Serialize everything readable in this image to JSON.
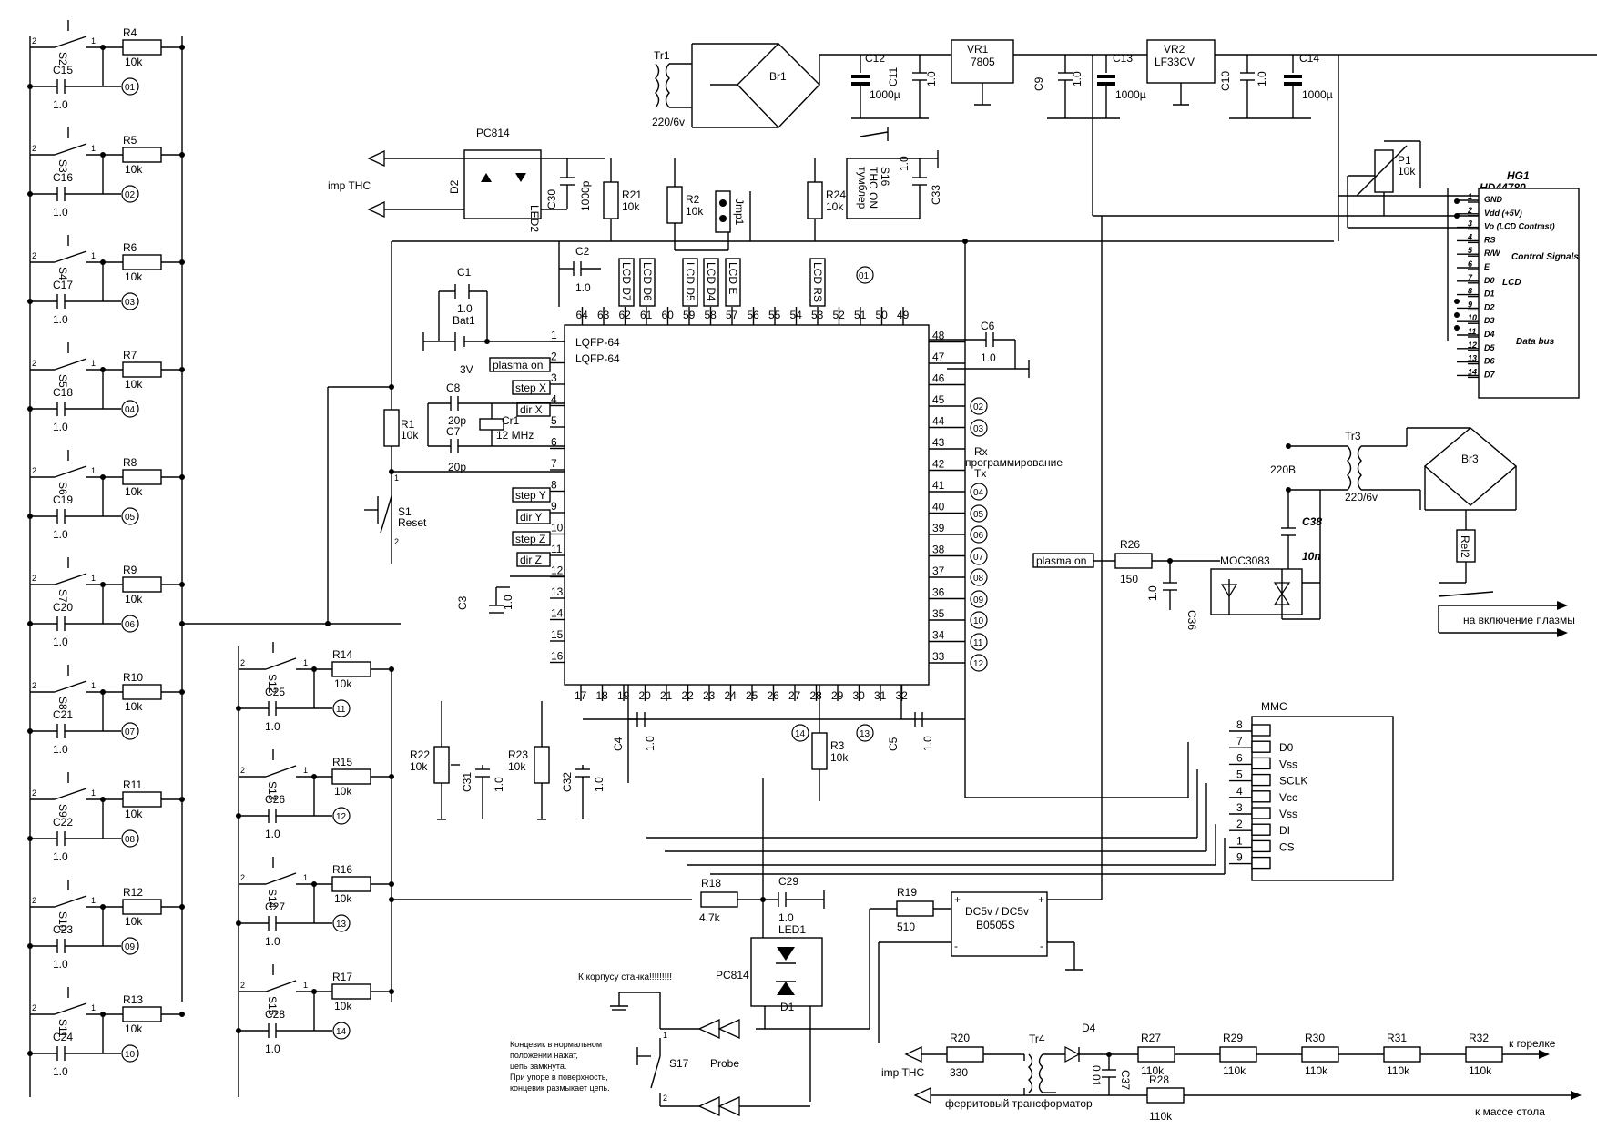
{
  "chip": {
    "name1": "LQFP-64",
    "name2": "LQFP-64",
    "pins_left": [
      "1",
      "2",
      "3",
      "4",
      "5",
      "6",
      "7",
      "8",
      "9",
      "10",
      "11",
      "12",
      "13",
      "14",
      "15",
      "16"
    ],
    "pins_bottom": [
      "17",
      "18",
      "19",
      "20",
      "21",
      "22",
      "23",
      "24",
      "25",
      "26",
      "27",
      "28",
      "29",
      "30",
      "31",
      "32"
    ],
    "pins_right": [
      "33",
      "34",
      "35",
      "36",
      "37",
      "38",
      "39",
      "40",
      "41",
      "42",
      "43",
      "44",
      "45",
      "46",
      "47",
      "48"
    ],
    "pins_top": [
      "49",
      "50",
      "51",
      "52",
      "53",
      "54",
      "55",
      "56",
      "57",
      "58",
      "59",
      "60",
      "61",
      "62",
      "63",
      "64"
    ]
  },
  "chip_signals": {
    "plasma_on": "plasma on",
    "step_x": "step X",
    "dir_x": "dir X",
    "step_y": "step Y",
    "dir_y": "dir Y",
    "step_z": "step Z",
    "dir_z": "dir Z",
    "lcd_d7": "LCD D7",
    "lcd_d6": "LCD D6",
    "lcd_d5": "LCD D5",
    "lcd_d4": "LCD D4",
    "lcd_e": "LCD E",
    "lcd_rs": "LCD RS",
    "rx": "Rx",
    "tx": "Tx",
    "prog": "программирование"
  },
  "switch_bank": [
    {
      "s": "S2",
      "r": "R4",
      "c": "C15",
      "node": "01"
    },
    {
      "s": "S3",
      "r": "R5",
      "c": "C16",
      "node": "02"
    },
    {
      "s": "S4",
      "r": "R6",
      "c": "C17",
      "node": "03"
    },
    {
      "s": "S5",
      "r": "R7",
      "c": "C18",
      "node": "04"
    },
    {
      "s": "S6",
      "r": "R8",
      "c": "C19",
      "node": "05"
    },
    {
      "s": "S7",
      "r": "R9",
      "c": "C20",
      "node": "06"
    },
    {
      "s": "S8",
      "r": "R10",
      "c": "C21",
      "node": "07"
    },
    {
      "s": "S9",
      "r": "R11",
      "c": "C22",
      "node": "08"
    },
    {
      "s": "S10",
      "r": "R12",
      "c": "C23",
      "node": "09"
    },
    {
      "s": "S11",
      "r": "R13",
      "c": "C24",
      "node": "10"
    }
  ],
  "switch_bank2": [
    {
      "s": "S12",
      "r": "R14",
      "c": "C25",
      "node": "11"
    },
    {
      "s": "S13",
      "r": "R15",
      "c": "C26",
      "node": "12"
    },
    {
      "s": "S14",
      "r": "R16",
      "c": "C27",
      "node": "13"
    },
    {
      "s": "S15",
      "r": "R17",
      "c": "C28",
      "node": "14"
    }
  ],
  "values": {
    "r10k": "10k",
    "c1_0": "1.0",
    "k1000u": "1000µ",
    "p20": "20p",
    "p1000": "1000p",
    "r150": "150",
    "r510": "510",
    "r330": "330",
    "r4_7k": "4.7k",
    "r110k": "110k",
    "n10": "10n",
    "v3": "3V",
    "c0_01": "0.01",
    "mhz": "12 MHz",
    "v220_6": "220/6v",
    "v220": "220В",
    "pin1": "1",
    "pin2": "2"
  },
  "power": {
    "tr1": "Tr1",
    "br1": "Br1",
    "c12": "C12",
    "c11": "C11",
    "vr1": "VR1",
    "vr1_type": "7805",
    "c9": "C9",
    "c13": "C13",
    "vr2": "VR2",
    "vr2_type": "LF33CV",
    "c10": "C10",
    "c14": "C14"
  },
  "opto_top": {
    "pc814": "PC814",
    "imp_thc": "imp THC",
    "d2": "D2",
    "led2": "LED2",
    "c30": "C30",
    "r21": "R21",
    "r2": "R2",
    "jmp1": "Jmp1",
    "r24": "R24",
    "s16": "S16",
    "s16_label1": "THC ON",
    "s16_label2": "тумблер",
    "c33": "C33"
  },
  "mcu_parts": {
    "c1": "C1",
    "bat1": "Bat1",
    "c2": "C2",
    "c6": "C6",
    "c8": "C8",
    "c7": "C7",
    "cr1": "Cr1",
    "r1": "R1",
    "s1": "S1",
    "reset": "Reset",
    "c3": "C3",
    "c4": "C4",
    "c5": "C5",
    "r3": "R3",
    "r22": "R22",
    "r23": "R23",
    "c31": "C31",
    "c32": "C32",
    "node14": "14",
    "node13": "13",
    "node01": "01"
  },
  "right_nodes": [
    {
      "pin": "45",
      "node": "02"
    },
    {
      "pin": "44",
      "node": "03"
    },
    {
      "pin": "41",
      "node": "04"
    },
    {
      "pin": "40",
      "node": "05"
    },
    {
      "pin": "39",
      "node": "06"
    },
    {
      "pin": "38",
      "node": "07"
    },
    {
      "pin": "37",
      "node": "08"
    },
    {
      "pin": "36",
      "node": "09"
    },
    {
      "pin": "35",
      "node": "10"
    },
    {
      "pin": "34",
      "node": "11"
    },
    {
      "pin": "33",
      "node": "12"
    }
  ],
  "lcd": {
    "ref": "HG1",
    "type": "HD44780",
    "p1": "P1",
    "pins": [
      {
        "n": "1",
        "name": "GND"
      },
      {
        "n": "2",
        "name": "Vdd (+5V)"
      },
      {
        "n": "3",
        "name": "Vo (LCD Contrast)"
      },
      {
        "n": "4",
        "name": "RS"
      },
      {
        "n": "5",
        "name": "R/W"
      },
      {
        "n": "6",
        "name": "E"
      },
      {
        "n": "7",
        "name": "D0"
      },
      {
        "n": "8",
        "name": "D1"
      },
      {
        "n": "9",
        "name": "D2"
      },
      {
        "n": "10",
        "name": "D3"
      },
      {
        "n": "11",
        "name": "D4"
      },
      {
        "n": "12",
        "name": "D5"
      },
      {
        "n": "13",
        "name": "D6"
      },
      {
        "n": "14",
        "name": "D7"
      }
    ],
    "control_signals": "Control Signals",
    "lcd_label": "LCD",
    "data_bus": "Data bus"
  },
  "plasma": {
    "tr3": "Tr3",
    "br3": "Br3",
    "c38": "C38",
    "plasma_on": "plasma on",
    "r26": "R26",
    "c36": "C36",
    "moc": "MOC3083",
    "rel2": "Rel2",
    "relay_text": "на включение плазмы"
  },
  "mmc": {
    "title": "MMC",
    "pins": [
      {
        "n": "8",
        "name": ""
      },
      {
        "n": "7",
        "name": "D0"
      },
      {
        "n": "6",
        "name": "Vss"
      },
      {
        "n": "5",
        "name": "SCLK"
      },
      {
        "n": "4",
        "name": "Vcc"
      },
      {
        "n": "3",
        "name": "Vss"
      },
      {
        "n": "2",
        "name": "DI"
      },
      {
        "n": "1",
        "name": "CS"
      },
      {
        "n": "9",
        "name": ""
      }
    ]
  },
  "probe": {
    "r18": "R18",
    "c29": "C29",
    "led1": "LED1",
    "pc814": "PC814",
    "d1": "D1",
    "r19": "R19",
    "dcdc1": "DC5v / DC5v",
    "dcdc2": "B0505S",
    "plus": "+",
    "minus": "-",
    "s17": "S17",
    "probe_label": "Probe",
    "body_note": "К корпусу станка!!!!!!!!!",
    "note1": "Концевик в нормальном",
    "note2": "положении нажат,",
    "note3": "цепь замкнута.",
    "note4": "При упоре в поверхность,",
    "note5": "концевик размыкает цепь."
  },
  "thc": {
    "imp_thc": "imp THC",
    "r20": "R20",
    "tr4": "Tr4",
    "d4": "D4",
    "c37": "C37",
    "r27": "R27",
    "r29": "R29",
    "r30": "R30",
    "r31": "R31",
    "r32": "R32",
    "r28": "R28",
    "to_torch": "к горелке",
    "to_table": "к массе стола",
    "ferrite": "ферритовый трансформатор"
  }
}
